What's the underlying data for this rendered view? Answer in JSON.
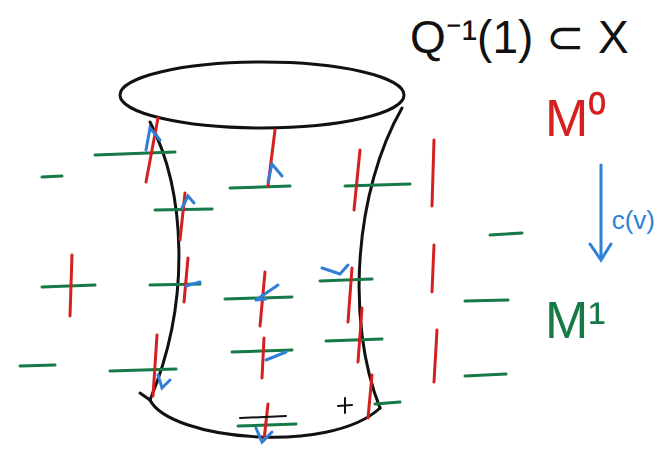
{
  "diagram": {
    "labels": [
      "Q⁻¹(1) ⊂ X",
      "M⁰",
      "c(v)",
      "M¹"
    ]
  }
}
